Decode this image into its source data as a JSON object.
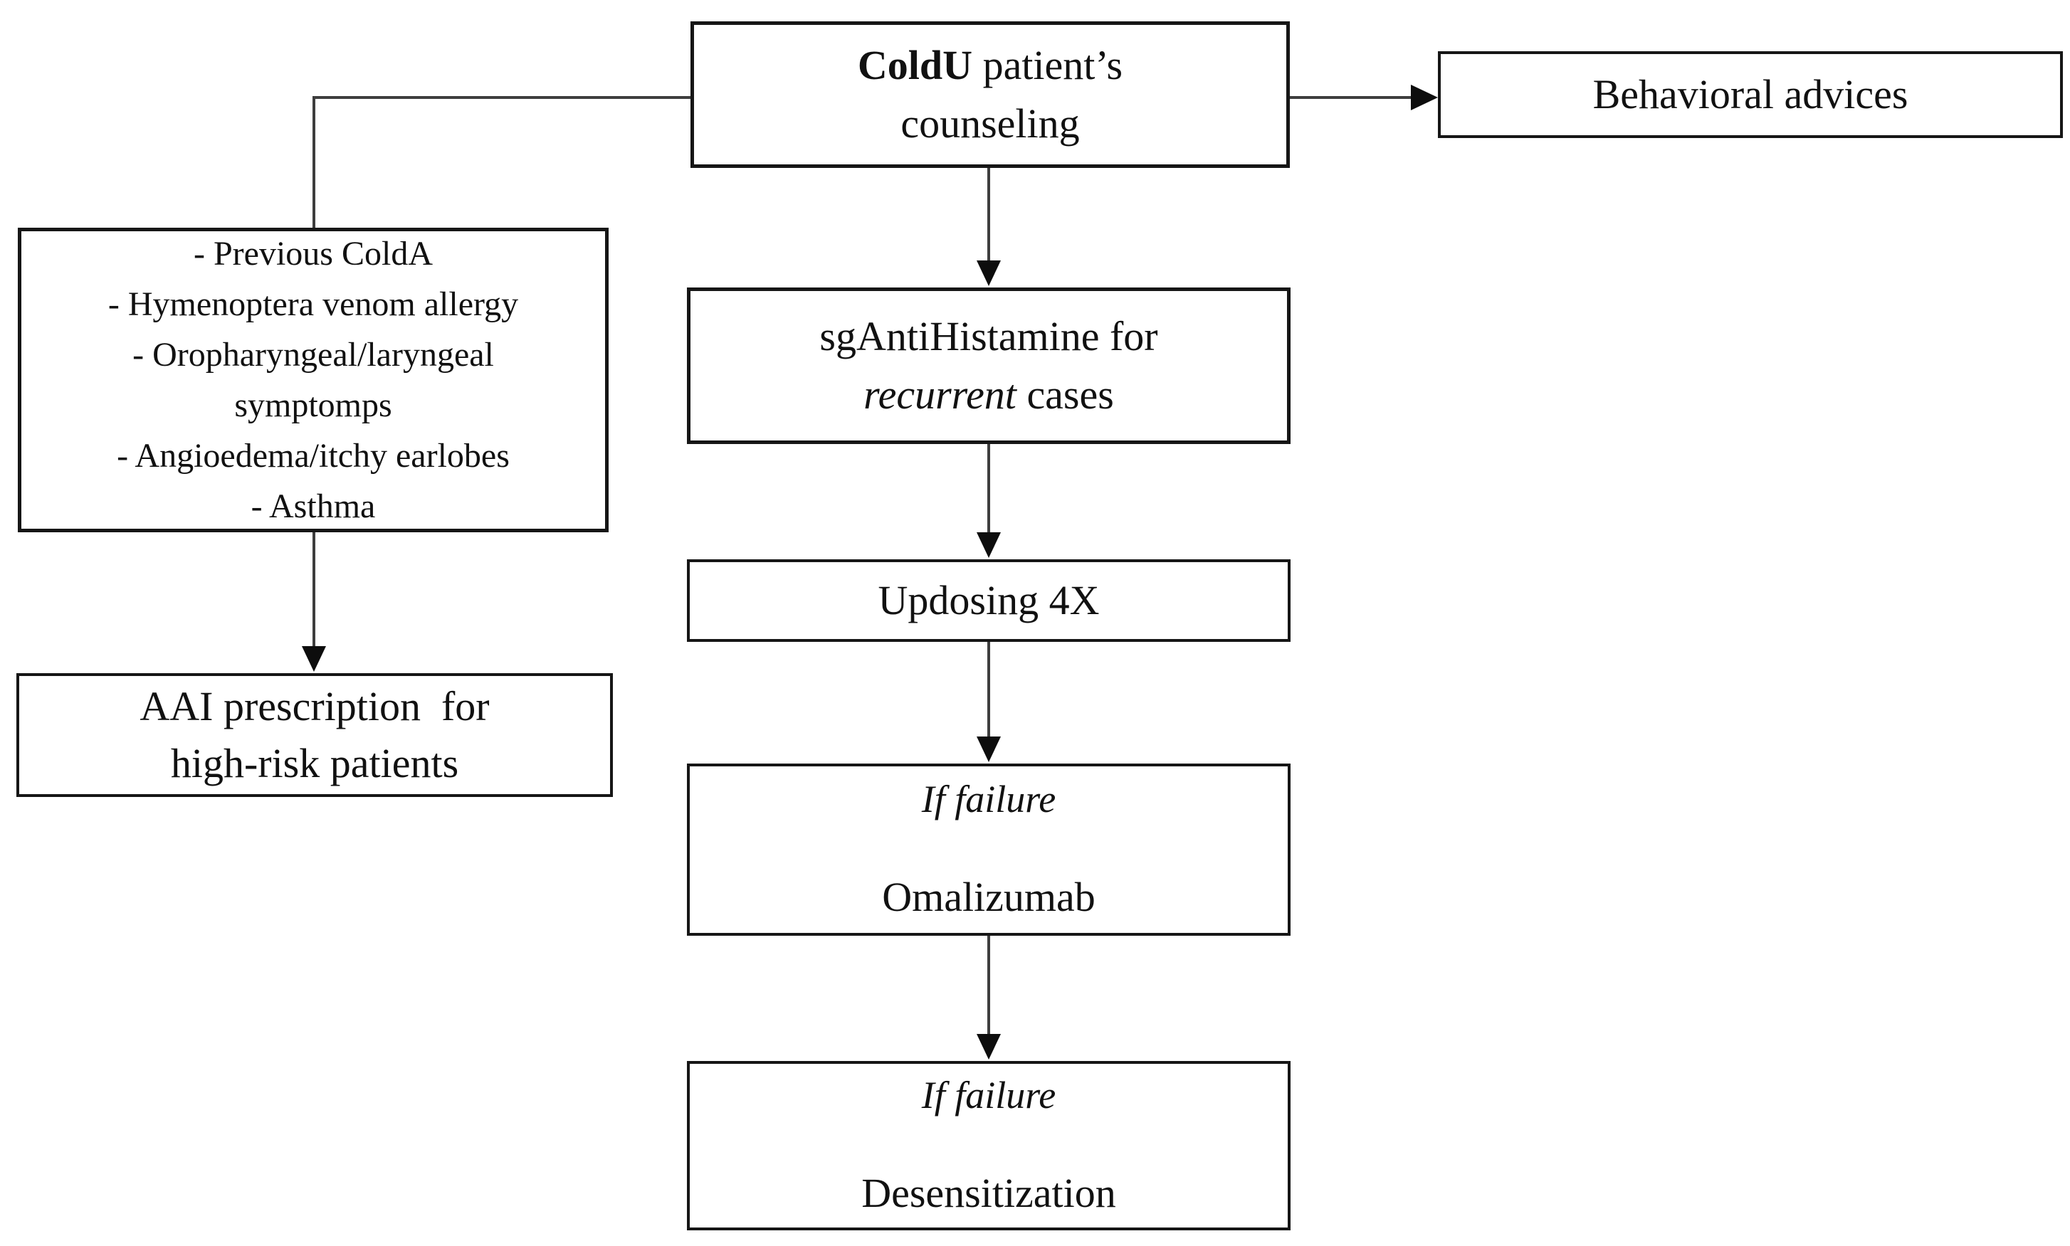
{
  "figure": {
    "background": "#ffffff",
    "border_color": "#161616",
    "connector_color": "#3e3e3e",
    "text_color": "#111111"
  },
  "nodes": {
    "counseling": {
      "bold": "ColdU",
      "rest": " patient’s",
      "line2": "counseling"
    },
    "behavioral": {
      "label": "Behavioral advices"
    },
    "risk_factors": {
      "items": [
        "- Previous ColdA",
        "- Hymenoptera venom allergy",
        "- Oropharyngeal/laryngeal\nsymptomps",
        "- Angioedema/itchy earlobes",
        "- Asthma"
      ]
    },
    "aai": {
      "line1": "AAI prescription  for",
      "line2": "high-risk patients"
    },
    "antihistamine": {
      "line1": "sgAntiHistamine for",
      "italic_word": "recurrent",
      "line2_rest": " cases"
    },
    "updosing": {
      "label": "Updosing 4X"
    },
    "omalizumab": {
      "condition": "If failure",
      "label": "Omalizumab"
    },
    "desensitization": {
      "condition": "If failure",
      "label": "Desensitization"
    }
  }
}
